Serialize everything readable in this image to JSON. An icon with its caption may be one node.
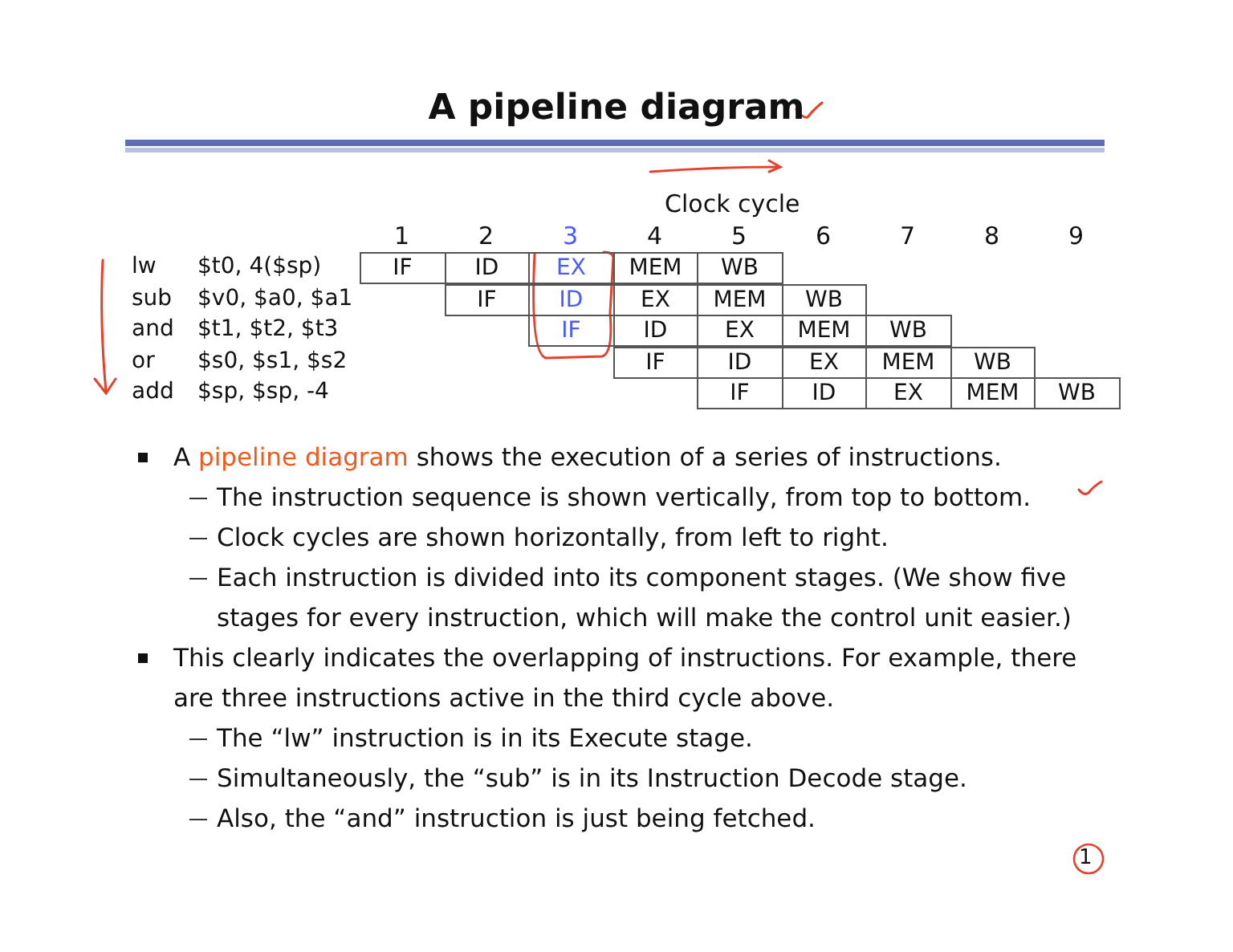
{
  "diagram": {
    "title": "A pipeline diagram",
    "labels": [
      "Clock cycle",
      "1",
      "2",
      "3",
      "4",
      "5",
      "6",
      "7",
      "8",
      "9",
      "lw",
      "$t0, 4($sp)",
      "IF",
      "ID",
      "EX",
      "MEM",
      "WB",
      "sub",
      "$v0, $a0, $a1",
      "IF",
      "ID",
      "EX",
      "MEM",
      "WB",
      "and",
      "$t1, $t2, $t3",
      "IF",
      "ID",
      "EX",
      "MEM",
      "WB",
      "or",
      "$s0, $s1, $s2",
      "IF",
      "ID",
      "EX",
      "MEM",
      "WB",
      "add",
      "$sp, $sp, -4",
      "IF",
      "ID",
      "EX",
      "MEM",
      "WB",
      "A **pipeline diagram** shows the execution of a series of instructions.",
      "The instruction sequence is shown vertically, from top to bottom.",
      "Clock cycles are shown horizontally, from left to right.",
      "Each instruction is divided into its component stages. (We show five stages for every instruction, which will make the control unit easier.)",
      "This clearly indicates the overlapping of instructions. For example, there are three instructions active in the third cycle above.",
      "The “lw” instruction is in its Execute stage.",
      "Simultaneously, the “sub” is in its Instruction Decode stage.",
      "Also, the “and” instruction is just being fetched.",
      "1"
    ]
  }
}
